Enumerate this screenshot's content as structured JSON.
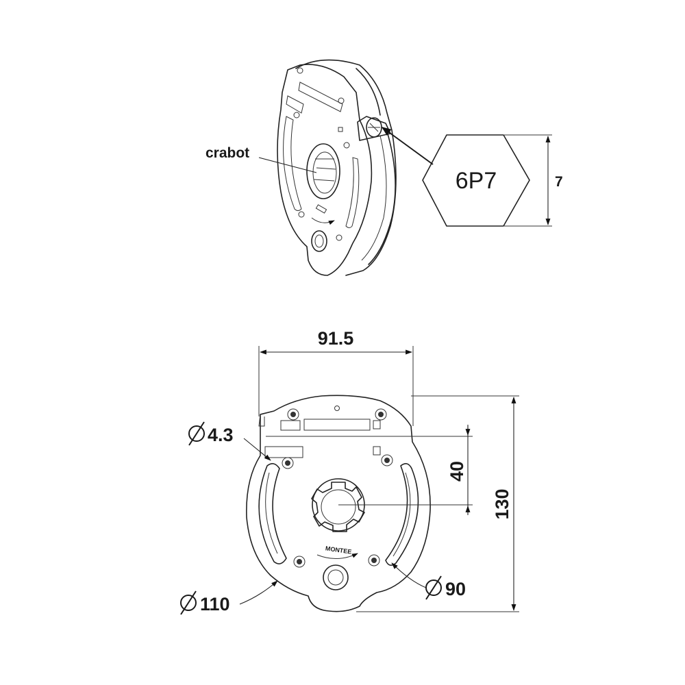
{
  "labels": {
    "crabot": "crabot",
    "hex_code": "6P7",
    "hex_height": "7",
    "width": "91.5",
    "hole_diameter": "4.3",
    "offset": "40",
    "height": "130",
    "outer_diameter": "110",
    "slot_diameter": "90",
    "direction": "MONTEE"
  },
  "symbols": {
    "diameter": "diameter-symbol"
  }
}
